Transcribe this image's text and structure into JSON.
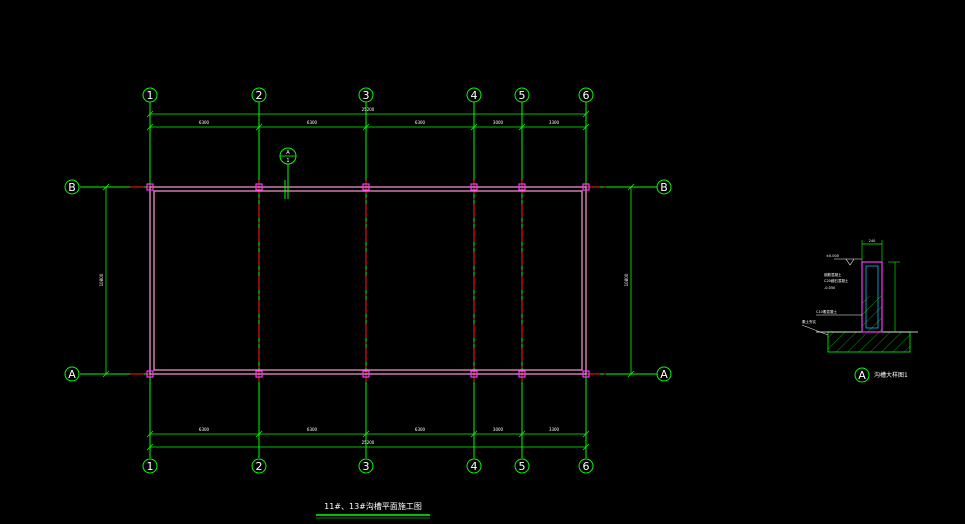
{
  "drawing": {
    "title": "11#、13#沟槽平面施工图",
    "grid_columns": [
      "1",
      "2",
      "3",
      "4",
      "5",
      "6"
    ],
    "grid_rows": [
      "B",
      "A"
    ],
    "top_dims": {
      "total": "25200",
      "segments": [
        "6300",
        "6300",
        "6300",
        "3000",
        "3300"
      ]
    },
    "bottom_dims": {
      "total": "25200",
      "segments": [
        "6300",
        "6300",
        "6300",
        "3000",
        "3300"
      ]
    },
    "left_dim": "10800",
    "right_dim": "10800",
    "section_marker": {
      "label": "A",
      "number": "1"
    },
    "detail": {
      "marker": "A",
      "title": "沟槽大样图1",
      "top_dim": "240",
      "labels": [
        "±0.000",
        "钢筋混凝土",
        "C20细石混凝土",
        "-0.050",
        "C10素混凝土",
        "素土夯实"
      ]
    }
  }
}
